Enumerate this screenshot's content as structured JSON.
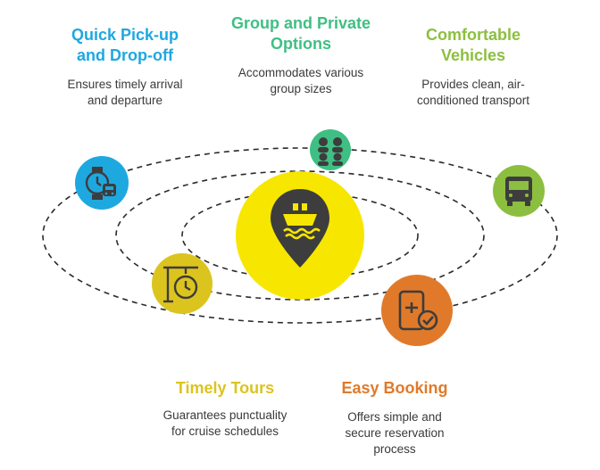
{
  "colors": {
    "blue": "#1ea8e0",
    "green": "#3fbf83",
    "lime": "#8cbf3f",
    "yellow": "#dcc41e",
    "orange": "#e07a2a",
    "center": "#f7e600",
    "dark": "#3d3d3d",
    "orbit": "#2a2a2a"
  },
  "features": [
    {
      "title": "Quick Pick-up\nand Drop-off",
      "description": "Ensures timely arrival\nand departure",
      "icon": "watch-bus-icon"
    },
    {
      "title": "Group and Private\nOptions",
      "description": "Accommodates various\ngroup sizes",
      "icon": "group-people-icon"
    },
    {
      "title": "Comfortable\nVehicles",
      "description": "Provides clean, air-\nconditioned transport",
      "icon": "bus-icon"
    },
    {
      "title": "Timely Tours",
      "description": "Guarantees punctuality\nfor cruise schedules",
      "icon": "sign-clock-icon"
    },
    {
      "title": "Easy Booking",
      "description": "Offers simple and\nsecure reservation\nprocess",
      "icon": "phone-booking-icon"
    }
  ],
  "center_icon": "ship-location-pin-icon"
}
